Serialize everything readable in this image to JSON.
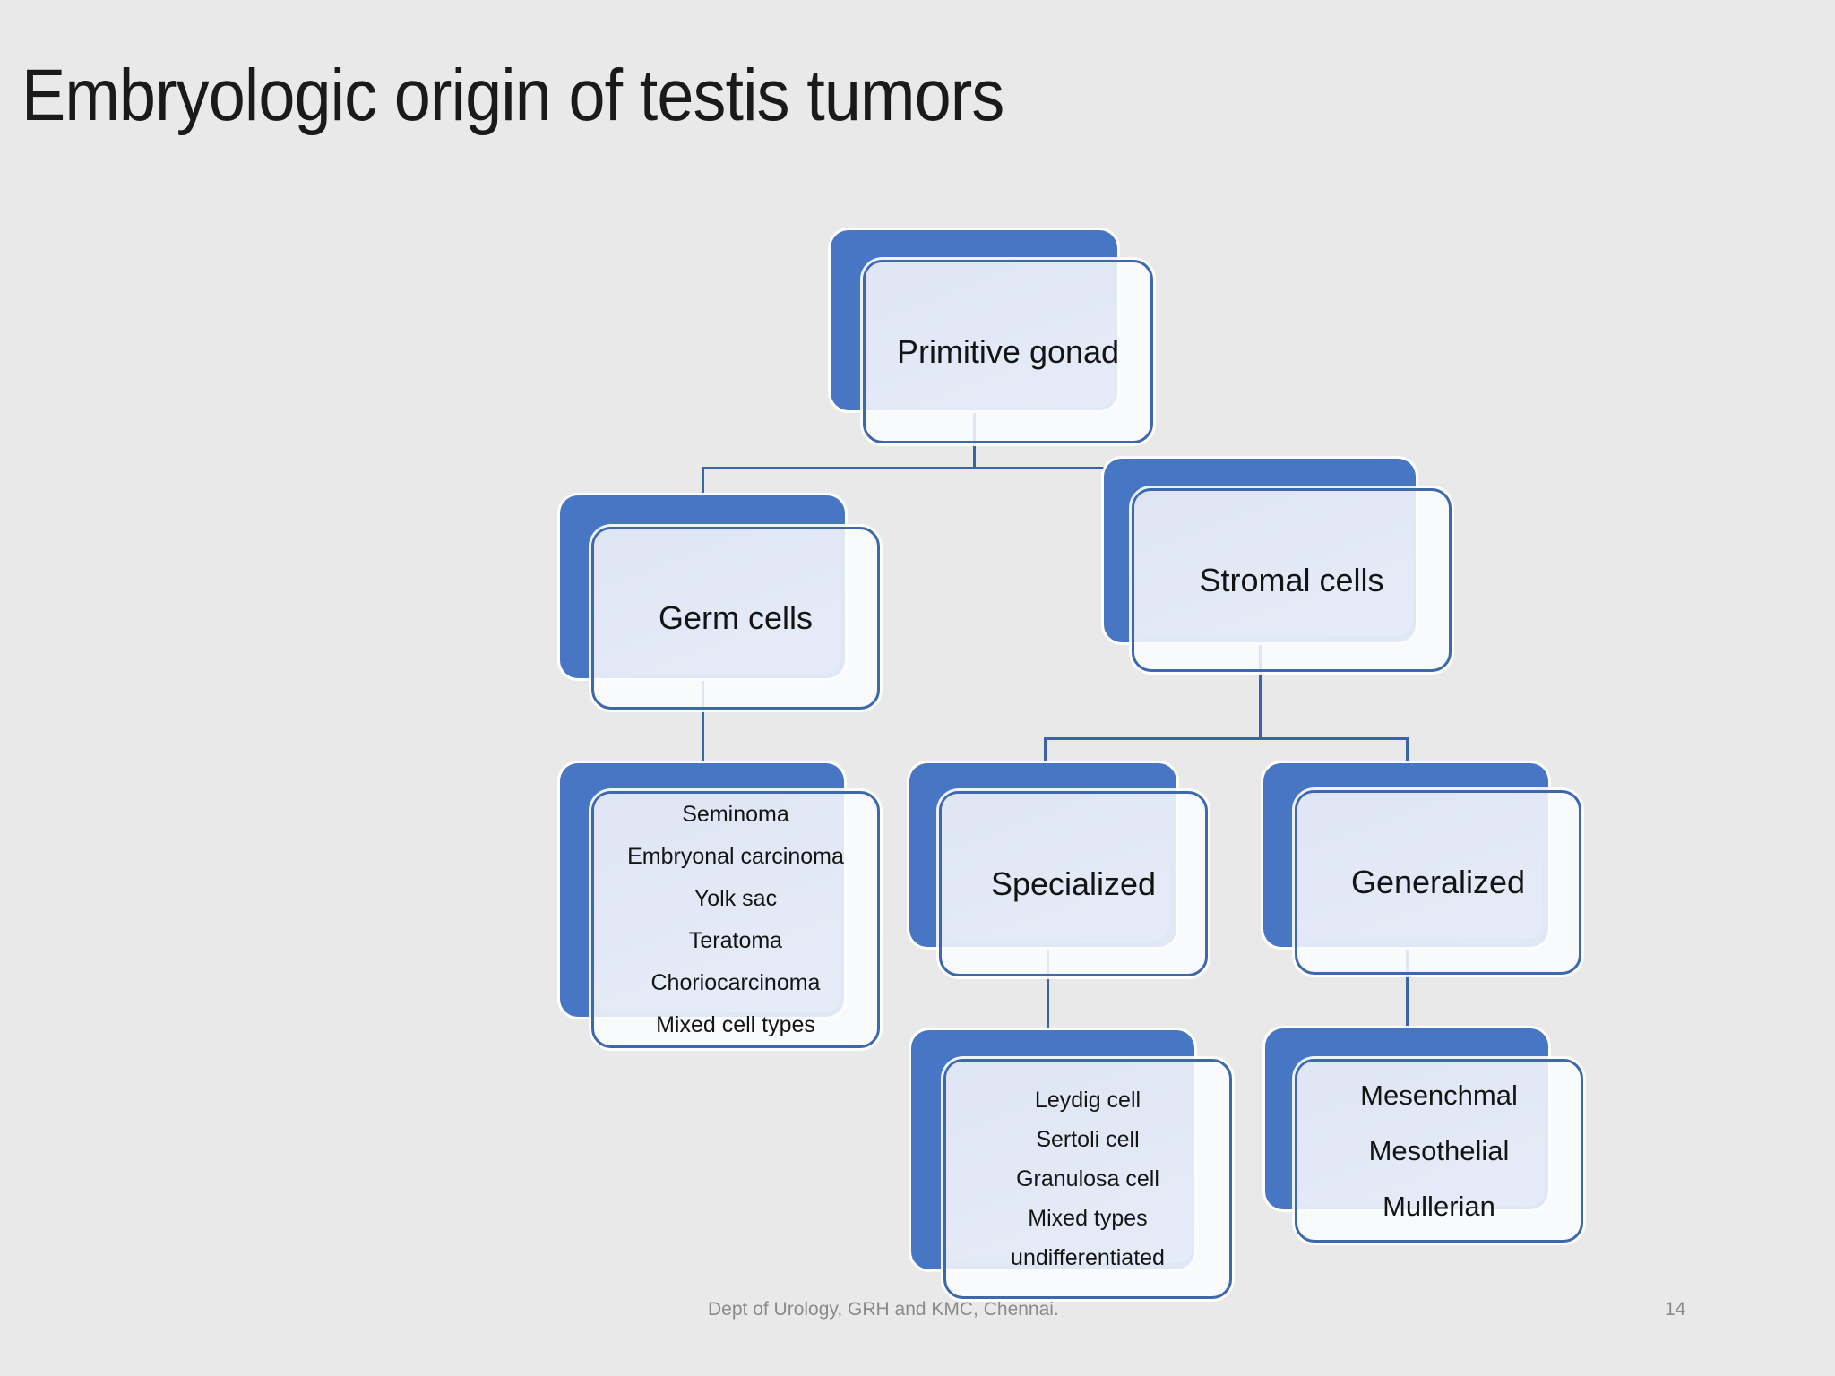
{
  "slide": {
    "title": "Embryologic origin of testis tumors"
  },
  "diagram": {
    "nodes": {
      "primitive": {
        "label": "Primitive gonad"
      },
      "germ": {
        "label": "Germ cells"
      },
      "stromal": {
        "label": "Stromal cells"
      },
      "germ_list": {
        "lines": [
          "Seminoma",
          "Embryonal carcinoma",
          "Yolk sac",
          "Teratoma",
          "Choriocarcinoma",
          "Mixed cell types"
        ]
      },
      "specialized": {
        "label": "Specialized"
      },
      "generalized": {
        "label": "Generalized"
      },
      "specialized_list": {
        "lines": [
          "Leydig cell",
          "Sertoli cell",
          "Granulosa cell",
          "Mixed types",
          "undifferentiated"
        ]
      },
      "generalized_list": {
        "lines": [
          "Mesenchmal",
          "Mesothelial",
          "Mullerian"
        ]
      }
    }
  },
  "footer": {
    "credit": "Dept of Urology, GRH and KMC, Chennai.",
    "page_number": "14"
  },
  "colors": {
    "accent_blue": "#4776c4",
    "border_blue": "#3e68ae",
    "connector_blue": "#3e63a5",
    "panel_blue": "#e2e8f5",
    "background": "#e9e9e9",
    "text_dark": "#141414",
    "footer_gray": "#8a8a8a"
  }
}
